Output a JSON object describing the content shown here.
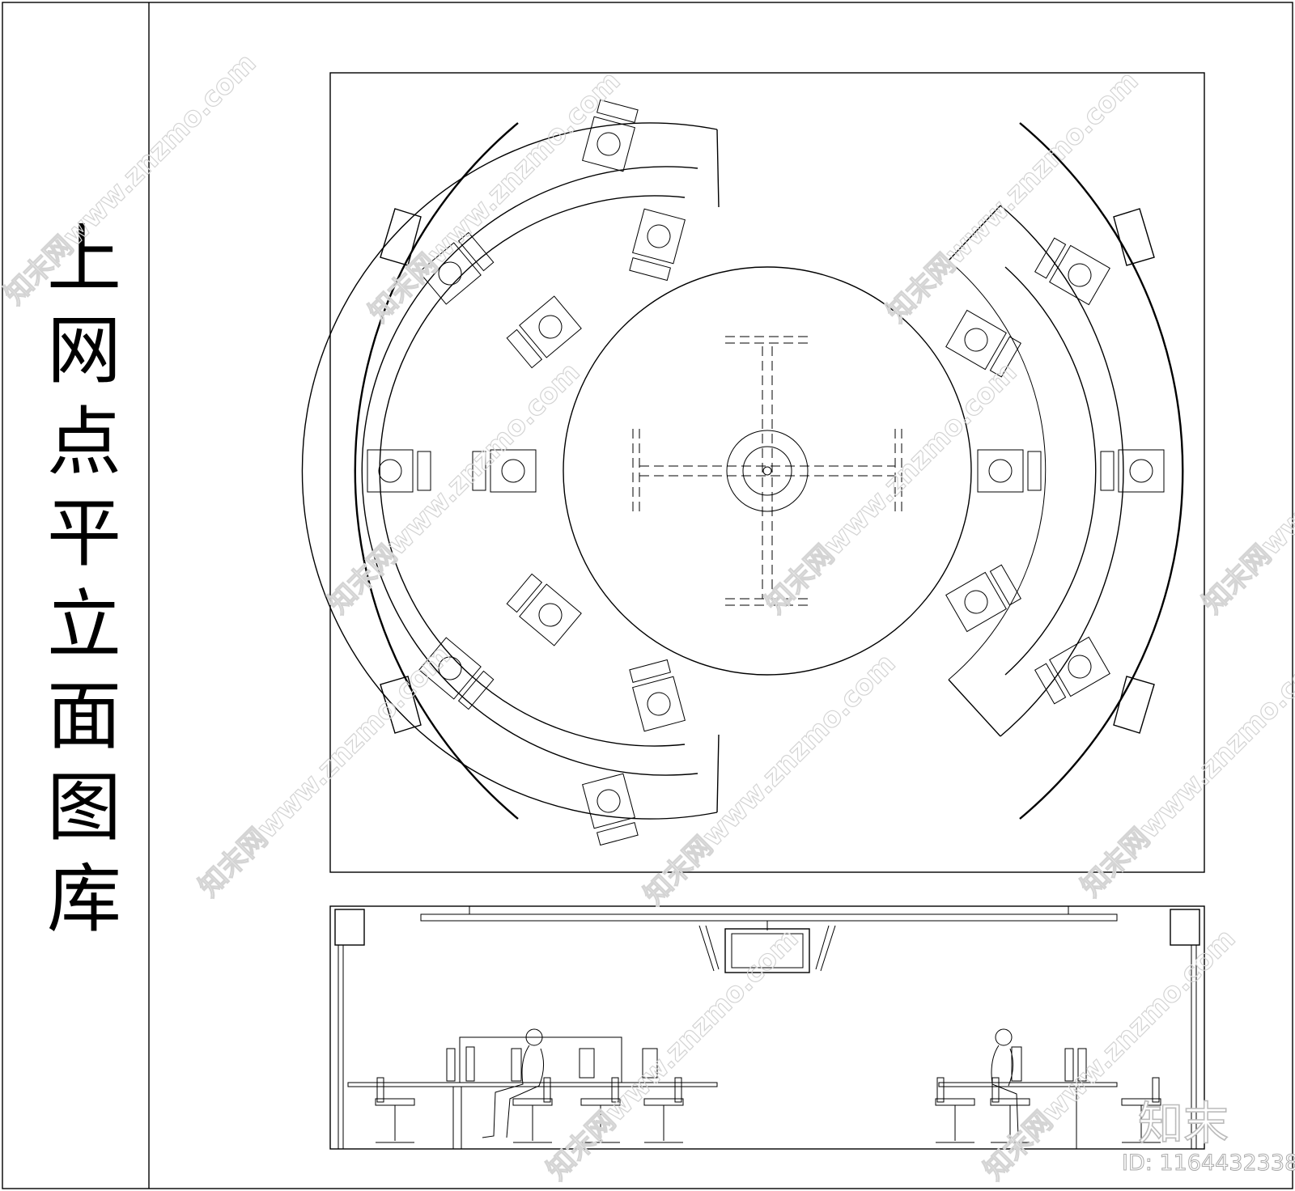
{
  "sidebar": {
    "title_chars": [
      "上",
      "网",
      "点",
      "平",
      "立",
      "面",
      "图",
      "库"
    ]
  },
  "watermark": {
    "text": "知末网www.znzmo.com",
    "brand": "知末",
    "id_label": "ID: 1164432338"
  },
  "colors": {
    "line": "#000000",
    "watermark": "#d4d4d4",
    "background": "#ffffff"
  }
}
